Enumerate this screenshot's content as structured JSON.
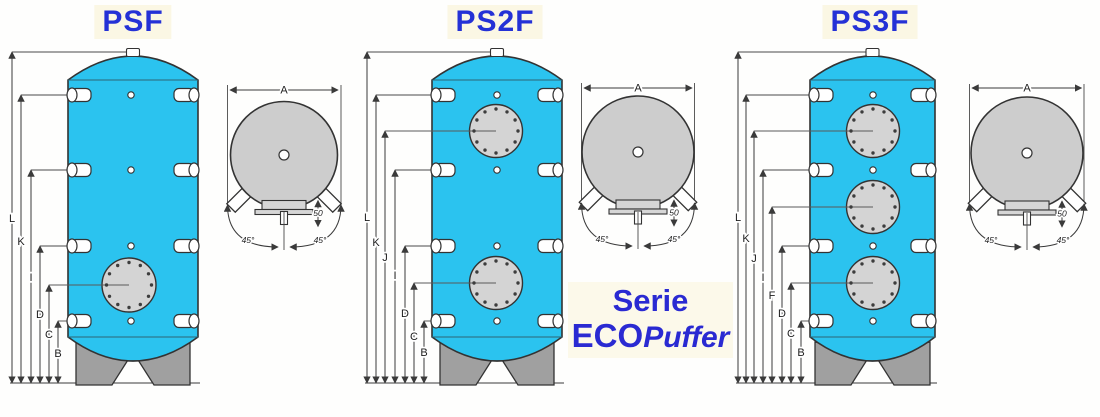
{
  "panels": [
    {
      "title": "PSF",
      "dims": [
        "L",
        "K",
        "I",
        "D",
        "C",
        "B"
      ],
      "top_view": {
        "width_label": "A",
        "offset_label": "50",
        "angle_left": "45°",
        "angle_right": "45°"
      }
    },
    {
      "title": "PS2F",
      "dims": [
        "L",
        "K",
        "J",
        "I",
        "D",
        "C",
        "B"
      ],
      "top_view": {
        "width_label": "A",
        "offset_label": "50",
        "angle_left": "45°",
        "angle_right": "45°"
      }
    },
    {
      "title": "PS3F",
      "dims": [
        "L",
        "K",
        "J",
        "I",
        "F",
        "D",
        "C",
        "B"
      ],
      "top_view": {
        "width_label": "A",
        "offset_label": "50",
        "angle_left": "45°",
        "angle_right": "45°"
      }
    }
  ],
  "brand": {
    "serie": "Serie",
    "eco": "ECO",
    "puffer": "Puffer"
  },
  "colors": {
    "tank_cyan": "#2bc3ef",
    "title_blue": "#2431d6",
    "brand_blue": "#2a2ad2",
    "flange_gray": "#d4d4d4",
    "top_circle_gray": "#cdcdcd",
    "feet_gray": "#a0a0a0",
    "line_dark": "#3a3a3a"
  }
}
